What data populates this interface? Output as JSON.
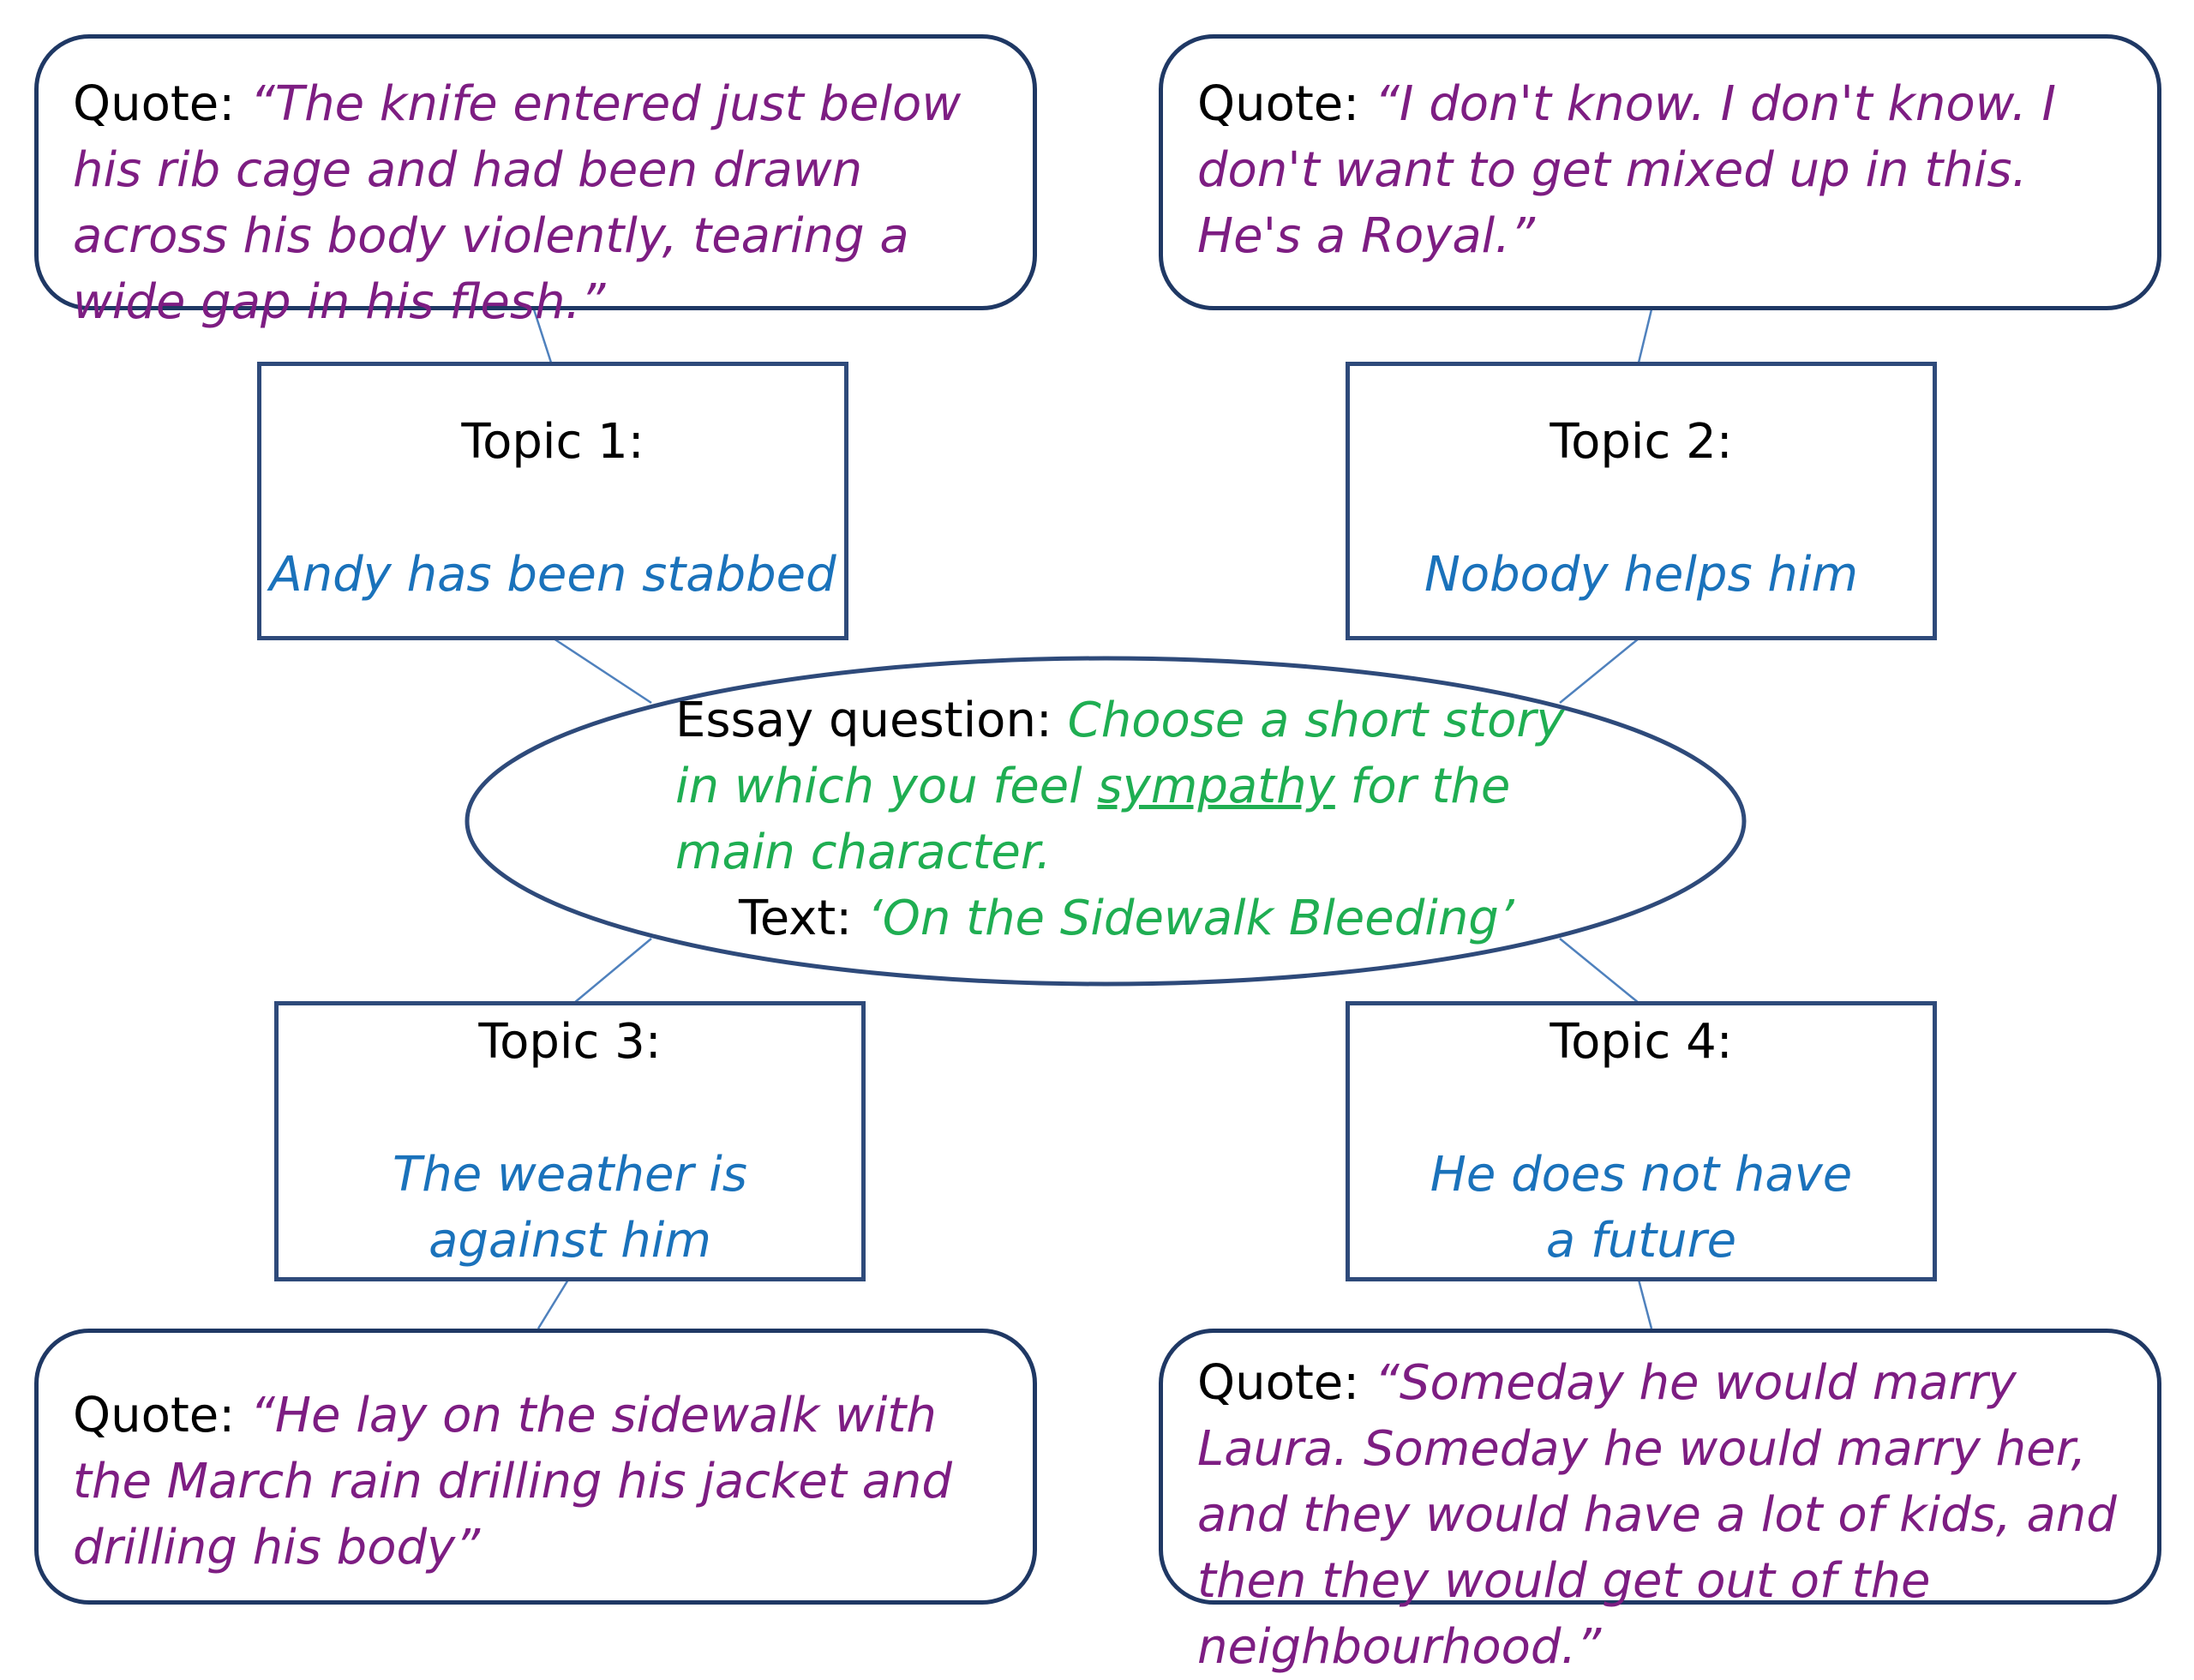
{
  "quotes": {
    "q1": {
      "label": "Quote:",
      "text": "“The knife entered just below his rib cage and had been drawn across his body violently, tearing a wide gap in his flesh.”"
    },
    "q2": {
      "label": "Quote:",
      "text": "“I don't know. I don't know. I don't want to get mixed up in this. He's a Royal.”"
    },
    "q3": {
      "label": "Quote:",
      "text": "“He lay on the sidewalk with the March rain drilling his jacket and drilling his body”"
    },
    "q4": {
      "label": "Quote:",
      "text": "“Someday he would marry Laura. Someday he would marry her, and they would have a lot of kids, and then they would get out of the neighbourhood.”"
    }
  },
  "topics": {
    "t1": {
      "title": "Topic 1:",
      "text": "Andy has been stabbed"
    },
    "t2": {
      "title": "Topic 2:",
      "text": "Nobody helps him"
    },
    "t3": {
      "title": "Topic 3:",
      "text": "The weather is against him"
    },
    "t4": {
      "title": "Topic 4:",
      "text": "He does not have a future"
    }
  },
  "center": {
    "essay_label": "Essay question:",
    "essay_part1": "Choose a short story",
    "essay_part2": "in which you feel",
    "essay_underlined": "sympathy",
    "essay_part3": "for the",
    "essay_part4": "main character.",
    "text_label": "Text:",
    "text_value": "‘On the Sidewalk Bleeding’"
  },
  "colors": {
    "quote_text": "#7d1d82",
    "topic_text": "#1a72bb",
    "essay_text": "#1fae52",
    "border": "#1f3864",
    "connector": "#4f81bd"
  }
}
